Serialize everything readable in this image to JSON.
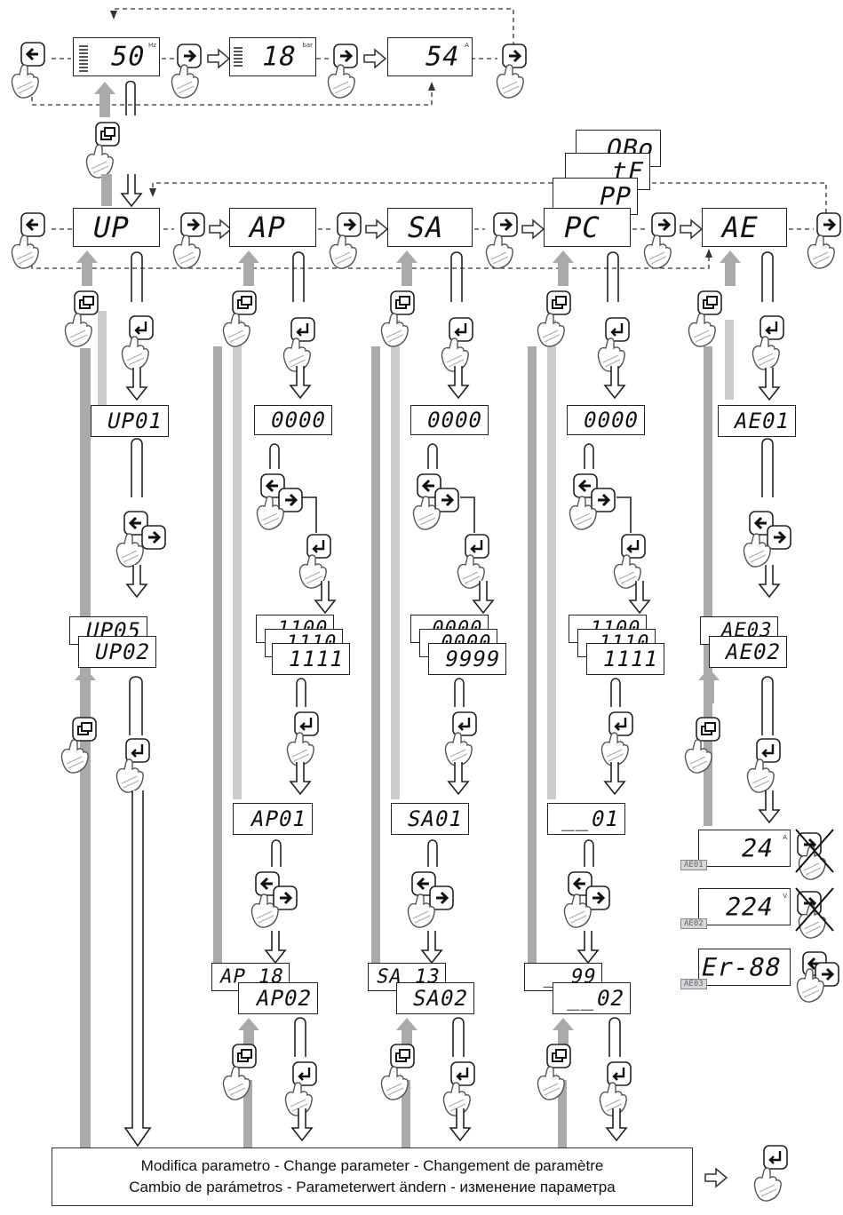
{
  "monitor_row": {
    "frequency": {
      "value": "50",
      "unit": "Hz"
    },
    "pressure": {
      "value": "18",
      "unit": "bar"
    },
    "current": {
      "value": "54",
      "unit": "A"
    }
  },
  "menu_row": [
    "UP",
    "AP",
    "SA",
    "PC",
    "AE"
  ],
  "pc_stack": [
    "OBo",
    "tF",
    "PP"
  ],
  "columns": {
    "up": {
      "first": "UP01",
      "back": "UP05",
      "second": "UP02"
    },
    "ap": {
      "code": "0000",
      "edit_back": "1100",
      "edit_mid": "1110",
      "edit_front": "1111",
      "param": "AP01",
      "last": "AP 18",
      "second": "AP02"
    },
    "sa": {
      "code": "0000",
      "edit_back": "0000",
      "edit_mid": "0000",
      "edit_front": "9999",
      "param": "SA01",
      "last": "SA 13",
      "second": "SA02"
    },
    "pc": {
      "code": "0000",
      "edit_back": "1100",
      "edit_mid": "1110",
      "edit_front": "1111",
      "param": "__01",
      "last": "_ 99",
      "second": "__02"
    },
    "ae": {
      "first": "AE01",
      "back": "AE03",
      "second": "AE02"
    }
  },
  "alarm_displays": [
    {
      "value": "24",
      "unit": "A",
      "tag": "AE01"
    },
    {
      "value": "224",
      "unit": "V",
      "tag": "AE02"
    },
    {
      "value": "Er-88",
      "unit": "",
      "tag": "AE03"
    }
  ],
  "footer": {
    "line1": "Modifica parametro - Change parameter - Changement de paramètre",
    "line2": "Cambio de parámetros - Parameterwert ändern - изменение параметра"
  }
}
